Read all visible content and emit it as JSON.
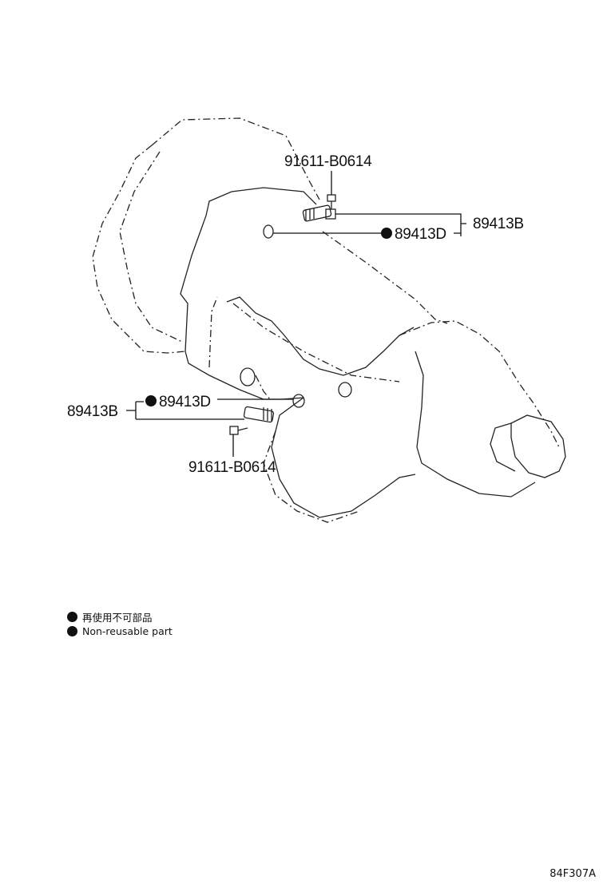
{
  "parts": {
    "bolt_top": "91611-B0614",
    "sensor_top": "89413B",
    "oring_top": "89413D",
    "sensor_bottom": "89413B",
    "oring_bottom": "89413D",
    "bolt_bottom": "91611-B0614"
  },
  "legend": {
    "jp": "再使用不可部品",
    "en": "Non-reusable part"
  },
  "figure_code": "84F307A",
  "colors": {
    "line": "#111111",
    "background": "#ffffff"
  }
}
